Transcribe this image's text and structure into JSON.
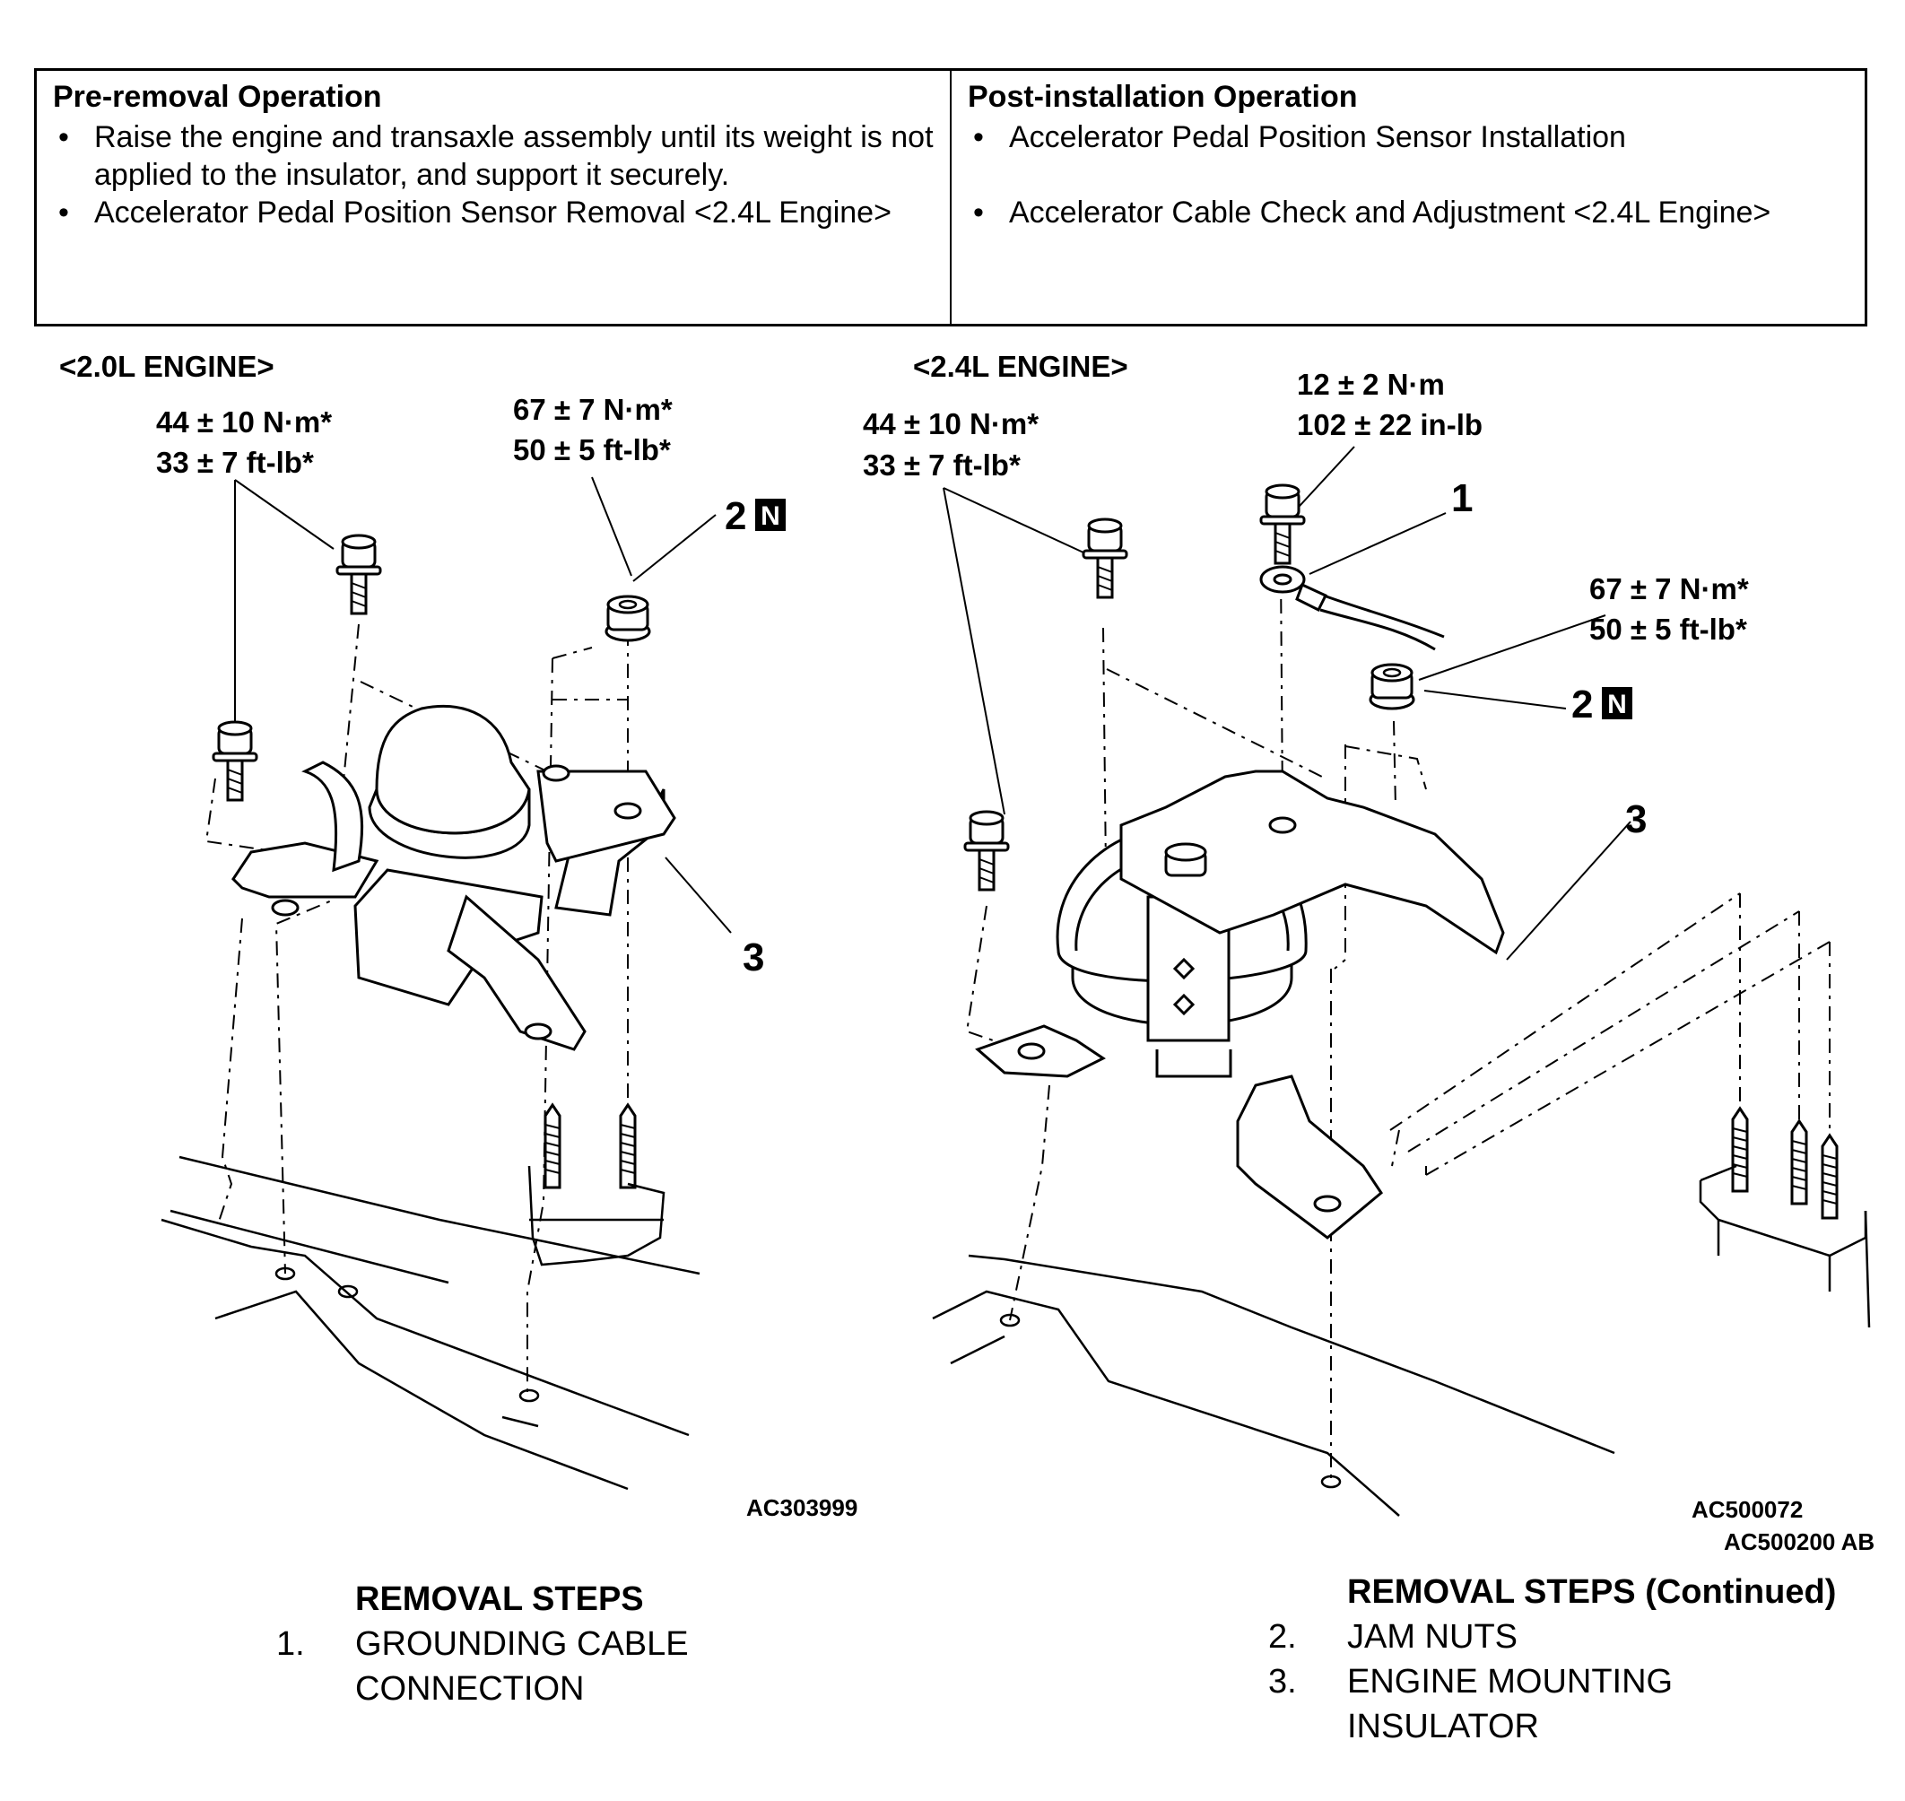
{
  "pre_removal": {
    "title": "Pre-removal Operation",
    "items": [
      "Raise the engine and transaxle assembly until its weight is not applied to the insulator, and support it securely.",
      "Accelerator Pedal Position Sensor Removal <2.4L Engine>"
    ]
  },
  "post_installation": {
    "title": "Post-installation Operation",
    "items": [
      "Accelerator Pedal Position Sensor Installation",
      "Accelerator Cable Check and Adjustment <2.4L Engine>"
    ]
  },
  "left_diagram": {
    "engine_label": "<2.0L ENGINE>",
    "torque_a_line1": "44 ± 10 N·m*",
    "torque_a_line2": "33 ± 7 ft-lb*",
    "torque_b_line1": "67 ± 7 N·m*",
    "torque_b_line2": "50 ± 5 ft-lb*",
    "callout_2": "2",
    "callout_3": "3",
    "badge": "N",
    "code": "AC303999"
  },
  "right_diagram": {
    "engine_label": "<2.4L ENGINE>",
    "torque_a_line1": "44 ± 10 N·m*",
    "torque_a_line2": "33 ± 7 ft-lb*",
    "torque_c_line1": "12 ± 2 N·m",
    "torque_c_line2": "102 ± 22 in-lb",
    "torque_b_line1": "67 ± 7 N·m*",
    "torque_b_line2": "50 ± 5 ft-lb*",
    "callout_1": "1",
    "callout_2": "2",
    "callout_3": "3",
    "badge": "N",
    "code_1": "AC500072",
    "code_2": "AC500200 AB"
  },
  "removal_steps": {
    "title": "REMOVAL STEPS",
    "items": [
      {
        "number": "1.",
        "text": "GROUNDING CABLE CONNECTION"
      }
    ]
  },
  "removal_steps_continued": {
    "title": "REMOVAL STEPS (Continued)",
    "items": [
      {
        "number": "2.",
        "text": "JAM NUTS"
      },
      {
        "number": "3.",
        "text": "ENGINE MOUNTING INSULATOR"
      }
    ]
  }
}
